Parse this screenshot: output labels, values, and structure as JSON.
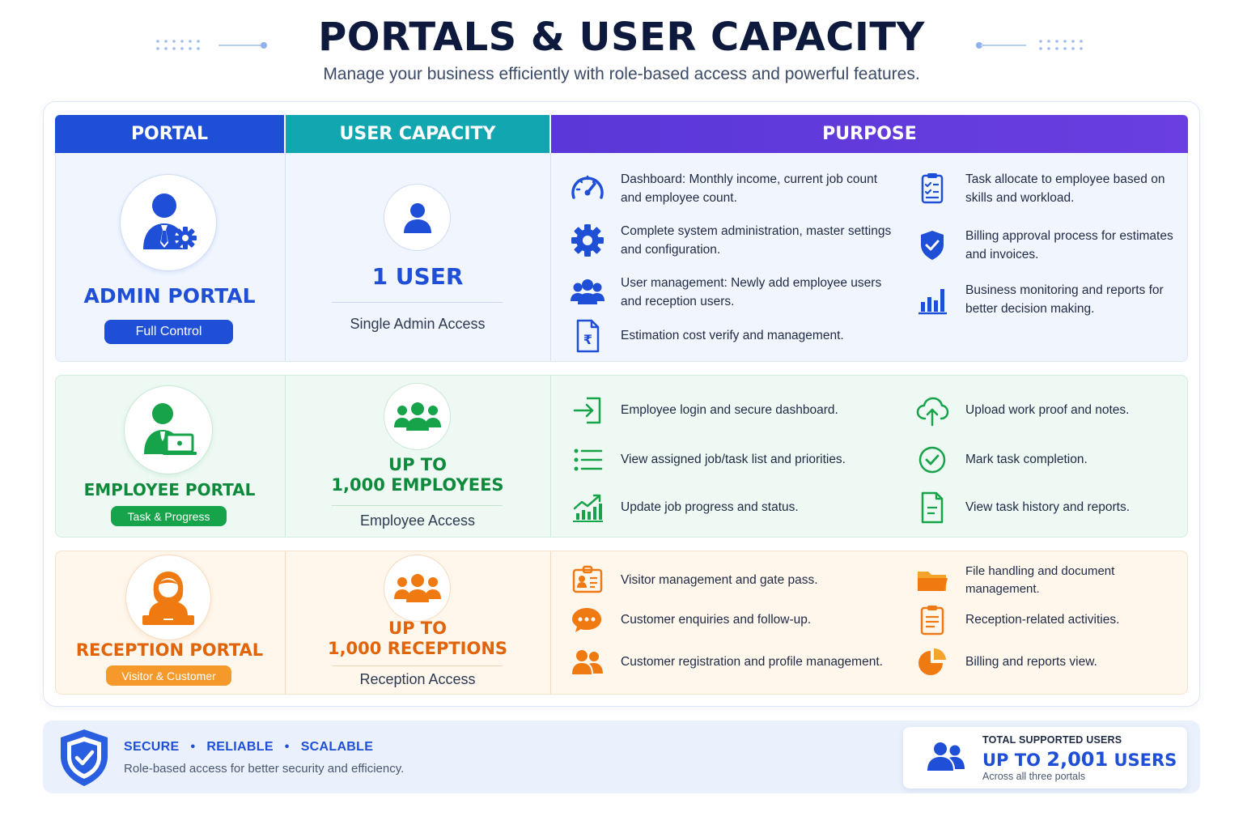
{
  "header": {
    "title": "PORTALS & USER CAPACITY",
    "subtitle": "Manage your business efficiently with role-based access and powerful features."
  },
  "table": {
    "columns": [
      "PORTAL",
      "USER CAPACITY",
      "PURPOSE"
    ]
  },
  "colors": {
    "admin": "#1f4fd6",
    "employee": "#16a34a",
    "reception": "#f07a12",
    "capacity_header": "#12a6b0",
    "purpose_header": "#5a37d8"
  },
  "portals": [
    {
      "name": "ADMIN PORTAL",
      "tag": "Full Control",
      "icon": "admin-gear-icon",
      "capacity_line1": "1 USER",
      "capacity_line2": "",
      "capacity_note": "Single Admin Access",
      "features": [
        {
          "icon": "speedometer-icon",
          "text": "Dashboard: Monthly income, current job count and employee count."
        },
        {
          "icon": "gear-icon",
          "text": "Complete system administration, master settings and configuration."
        },
        {
          "icon": "users-icon",
          "text": "User management: Newly add employee users and reception users."
        },
        {
          "icon": "rupee-document-icon",
          "text": "Estimation cost verify and management."
        },
        {
          "icon": "checklist-icon",
          "text": "Task allocate to employee based on skills and workload."
        },
        {
          "icon": "shield-check-icon",
          "text": "Billing approval process for estimates and invoices."
        },
        {
          "icon": "bar-chart-icon",
          "text": "Business monitoring and reports for better decision making."
        }
      ]
    },
    {
      "name": "EMPLOYEE PORTAL",
      "tag": "Task & Progress",
      "icon": "employee-laptop-icon",
      "capacity_line1": "UP TO",
      "capacity_line2": "1,000 EMPLOYEES",
      "capacity_note": "Employee Access",
      "features": [
        {
          "icon": "login-icon",
          "text": "Employee login and secure dashboard."
        },
        {
          "icon": "list-icon",
          "text": "View assigned job/task list and priorities."
        },
        {
          "icon": "progress-chart-icon",
          "text": "Update job progress and status."
        },
        {
          "icon": "cloud-upload-icon",
          "text": "Upload work proof and notes."
        },
        {
          "icon": "check-circle-icon",
          "text": "Mark task completion."
        },
        {
          "icon": "document-icon",
          "text": "View task history and reports."
        }
      ]
    },
    {
      "name": "RECEPTION PORTAL",
      "tag": "Visitor & Customer",
      "icon": "receptionist-icon",
      "capacity_line1": "UP TO",
      "capacity_line2": "1,000 RECEPTIONS",
      "capacity_note": "Reception Access",
      "features": [
        {
          "icon": "id-badge-icon",
          "text": "Visitor management and gate pass."
        },
        {
          "icon": "chat-bubbles-icon",
          "text": "Customer enquiries and follow-up."
        },
        {
          "icon": "customers-icon",
          "text": "Customer registration and profile management."
        },
        {
          "icon": "folder-icon",
          "text": "File handling and document management."
        },
        {
          "icon": "clipboard-icon",
          "text": "Reception-related activities."
        },
        {
          "icon": "pie-chart-icon",
          "text": "Billing and reports view."
        }
      ]
    }
  ],
  "footer": {
    "badges": [
      "SECURE",
      "RELIABLE",
      "SCALABLE"
    ],
    "separator": "•",
    "subtitle": "Role-based access for better security and efficiency.",
    "total_label": "TOTAL SUPPORTED USERS",
    "total_prefix": "UP TO ",
    "total_number": "2,001",
    "total_suffix": " USERS",
    "total_sub": "Across all three portals"
  }
}
